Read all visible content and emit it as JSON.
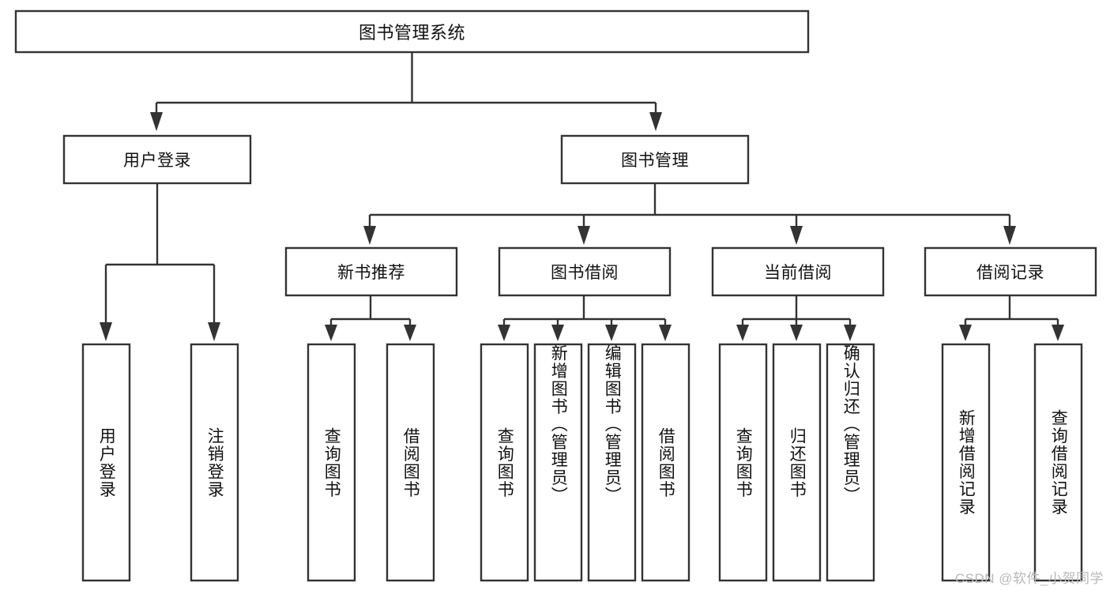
{
  "diagram": {
    "type": "hierarchy-tree",
    "title": "图书管理系统",
    "root": {
      "id": "root",
      "label": "图书管理系统"
    },
    "level2": [
      {
        "id": "user-login",
        "label": "用户登录"
      },
      {
        "id": "book-management",
        "label": "图书管理"
      }
    ],
    "level3": [
      {
        "id": "new-book-recommend",
        "label": "新书推荐",
        "parent": "book-management"
      },
      {
        "id": "book-borrow",
        "label": "图书借阅",
        "parent": "book-management"
      },
      {
        "id": "current-borrow",
        "label": "当前借阅",
        "parent": "book-management"
      },
      {
        "id": "borrow-record",
        "label": "借阅记录",
        "parent": "book-management"
      }
    ],
    "leaves": {
      "user-login": [
        {
          "id": "leaf-user-login",
          "label": "用户登录"
        },
        {
          "id": "leaf-logout-login",
          "label": "注销登录"
        }
      ],
      "new-book-recommend": [
        {
          "id": "leaf-query-book-1",
          "label": "查询图书"
        },
        {
          "id": "leaf-borrow-book-1",
          "label": "借阅图书"
        }
      ],
      "book-borrow": [
        {
          "id": "leaf-query-book-2",
          "label": "查询图书"
        },
        {
          "id": "leaf-add-book",
          "label": "新增图书（管理员）"
        },
        {
          "id": "leaf-edit-book",
          "label": "编辑图书（管理员）"
        },
        {
          "id": "leaf-borrow-book-2",
          "label": "借阅图书"
        }
      ],
      "current-borrow": [
        {
          "id": "leaf-query-book-3",
          "label": "查询图书"
        },
        {
          "id": "leaf-return-book",
          "label": "归还图书"
        },
        {
          "id": "leaf-confirm-return",
          "label": "确认归还（管理员）"
        }
      ],
      "borrow-record": [
        {
          "id": "leaf-add-record",
          "label": "新增借阅记录"
        },
        {
          "id": "leaf-query-record",
          "label": "查询借阅记录"
        }
      ]
    },
    "colors": {
      "box_stroke": "#333333",
      "box_fill": "#ffffff",
      "connector": "#333333",
      "text": "#111111",
      "background": "#ffffff",
      "watermark": "#b8b8b8"
    }
  },
  "watermark": {
    "text": "CSDN @软件_小贺同学"
  }
}
